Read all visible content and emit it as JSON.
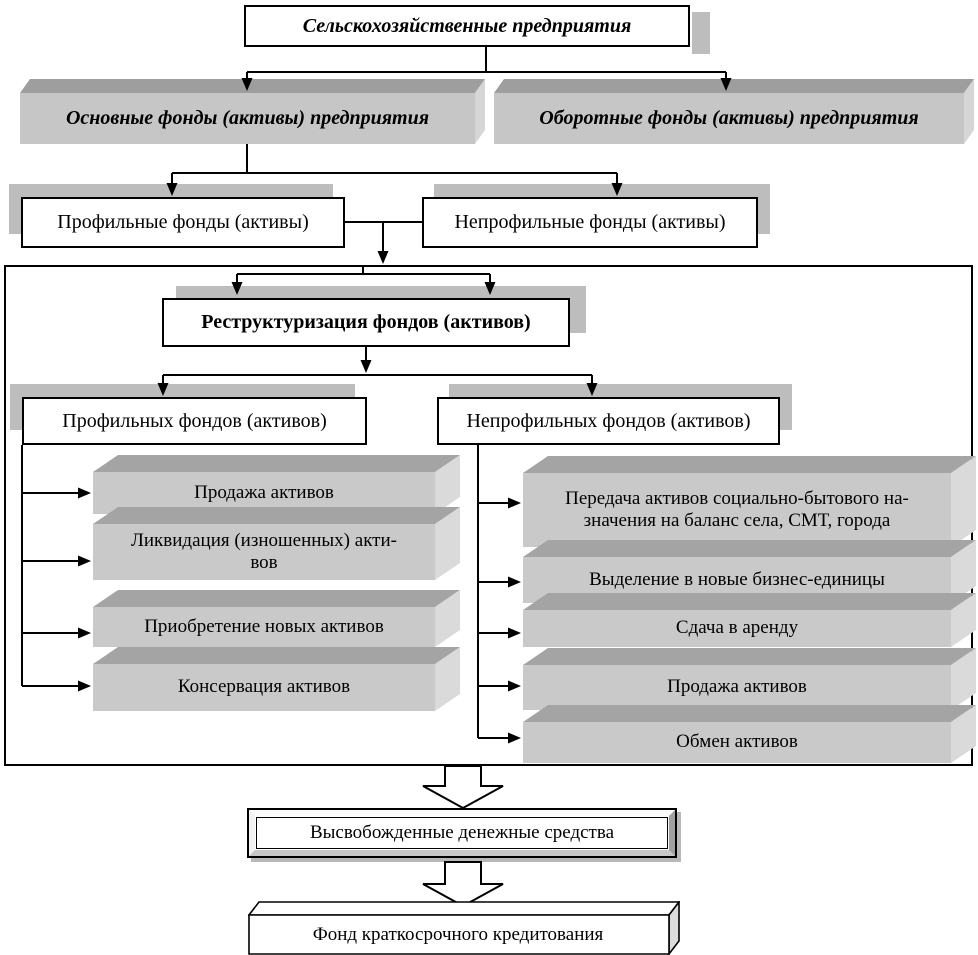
{
  "title": {
    "label": "Сельскохозяйственные предприятия"
  },
  "level2": {
    "left": "Основные фонды (активы) предприятия",
    "right": "Оборотные фонды (активы) предприятия"
  },
  "level3": {
    "left": "Профильные фонды (активы)",
    "right": "Непрофильные фонды (активы)"
  },
  "restructuring": {
    "label": "Реструктуризация фондов (активов)"
  },
  "branches": {
    "core": {
      "header": "Профильных фондов (активов)",
      "items": [
        "Продажа активов",
        "Ликвидация (изношенных) акти-\nвов",
        "Приобретение новых активов",
        "Консервация активов"
      ]
    },
    "noncore": {
      "header": "Непрофильных фондов (активов)",
      "items": [
        "Передача активов социально-бытового на-\nзначения на баланс села, СМТ, города",
        "Выделение в новые бизнес-единицы",
        "Сдача в аренду",
        "Продажа активов",
        "Обмен активов"
      ]
    }
  },
  "outcome": {
    "released_funds": "Высвобожденные денежные средства",
    "credit_fund": "Фонд краткосрочного кредитования"
  },
  "colors": {
    "slab_front": "#c9c9c9",
    "slab_top": "#a4a4a4",
    "slab_side": "#dadada",
    "box_shadow": "#bdbdbd",
    "line": "#000000",
    "background": "#ffffff"
  }
}
